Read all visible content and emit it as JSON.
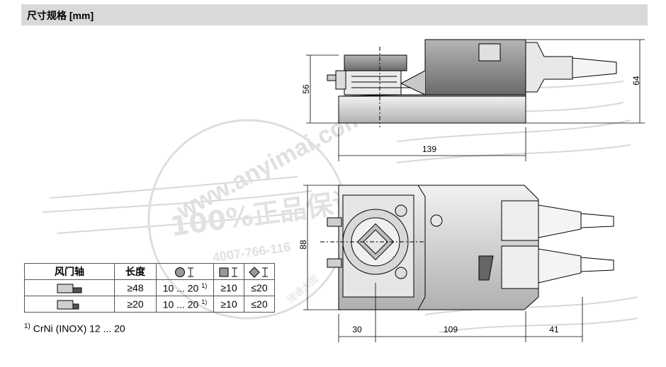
{
  "header": {
    "title": "尺寸规格 [mm]"
  },
  "dimensions": {
    "height_front": "56",
    "height_total": "64",
    "length_side": "139",
    "width_top": "88",
    "left_offset": "30",
    "middle_length": "109",
    "right_length": "41"
  },
  "table": {
    "headers": [
      "风门轴",
      "长度"
    ],
    "rows": [
      {
        "length": "≥48",
        "round": "10 ... 20",
        "round_note": "1)",
        "square": "≥10",
        "diamond": "≤20"
      },
      {
        "length": "≥20",
        "round": "10 ... 20",
        "round_note": "1)",
        "square": "≥10",
        "diamond": "≤20"
      }
    ]
  },
  "footnote": {
    "marker": "1)",
    "text": "CrNi (INOX) 12 ... 20"
  },
  "watermark": {
    "lines": [
      "www.anyimai.com",
      "100%正品保证",
      "4007-766-116",
      "接通大图"
    ]
  },
  "colors": {
    "header_bg": "#d9d9d9",
    "body_fill": "#dcdcdc",
    "dark_fill": "#999999",
    "line": "#000000"
  },
  "icons": [
    "round-shaft-icon",
    "square-shaft-icon",
    "diamond-shaft-icon",
    "long-shaft-icon",
    "short-shaft-icon"
  ]
}
